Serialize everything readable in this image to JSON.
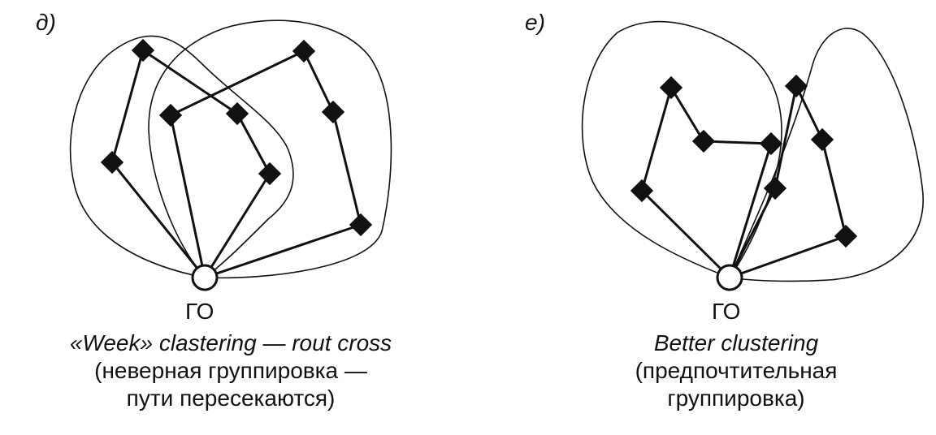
{
  "panels": [
    {
      "letter": "д)",
      "depot_label": "ГО",
      "caption_en": "«Week» clastering — rout cross",
      "caption_ru_1": "(неверная группировка —",
      "caption_ru_2": "пути пересекаются)"
    },
    {
      "letter": "е)",
      "depot_label": "ГО",
      "caption_en": "Better clustering",
      "caption_ru_1": "(предпочтительная",
      "caption_ru_2": "группировка)"
    }
  ]
}
